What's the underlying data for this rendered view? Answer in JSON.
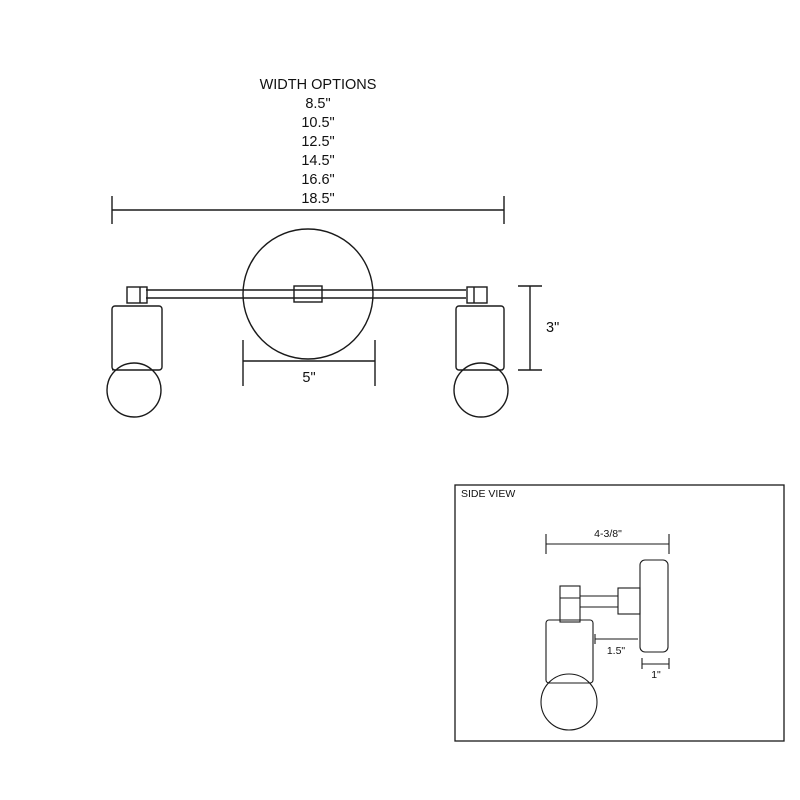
{
  "front": {
    "heading": "WIDTH OPTIONS",
    "widths": [
      "8.5\"",
      "10.5\"",
      "12.5\"",
      "14.5\"",
      "16.6\"",
      "18.5\""
    ],
    "plate_width": "5\"",
    "height": "3\""
  },
  "side": {
    "title": "SIDE VIEW",
    "depth": "4-3/8\"",
    "arm_offset": "1.5\"",
    "plate_depth": "1\""
  }
}
